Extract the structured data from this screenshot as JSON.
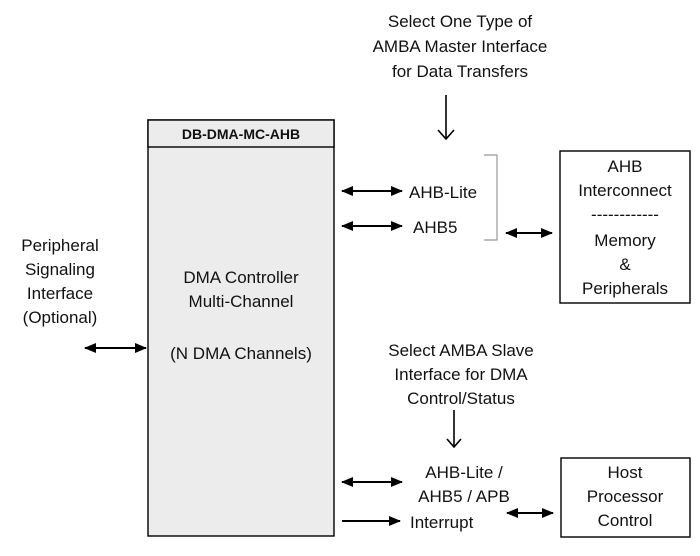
{
  "colors": {
    "block_fill": "#ececec",
    "stroke": "#000000",
    "text": "#111111",
    "bracket": "#999999"
  },
  "master_select_note": [
    "Select One Type of",
    "AMBA Master Interface",
    "for Data Transfers"
  ],
  "controller": {
    "title": "DB-DMA-MC-AHB",
    "body": [
      "DMA Controller",
      "Multi-Channel",
      "",
      "(N DMA Channels)"
    ]
  },
  "master_interfaces": [
    "AHB-Lite",
    "AHB5"
  ],
  "ahb_box": [
    "AHB",
    "Interconnect",
    "------------",
    "Memory",
    "&",
    "Peripherals"
  ],
  "peripheral_interface": [
    "Peripheral",
    "Signaling",
    "Interface",
    "(Optional)"
  ],
  "slave_select_note": [
    "Select AMBA Slave",
    "Interface for DMA",
    "Control/Status"
  ],
  "slave_interfaces": [
    "AHB-Lite /",
    "AHB5 / APB",
    "Interrupt"
  ],
  "host_box": [
    "Host",
    "Processor",
    "Control"
  ]
}
